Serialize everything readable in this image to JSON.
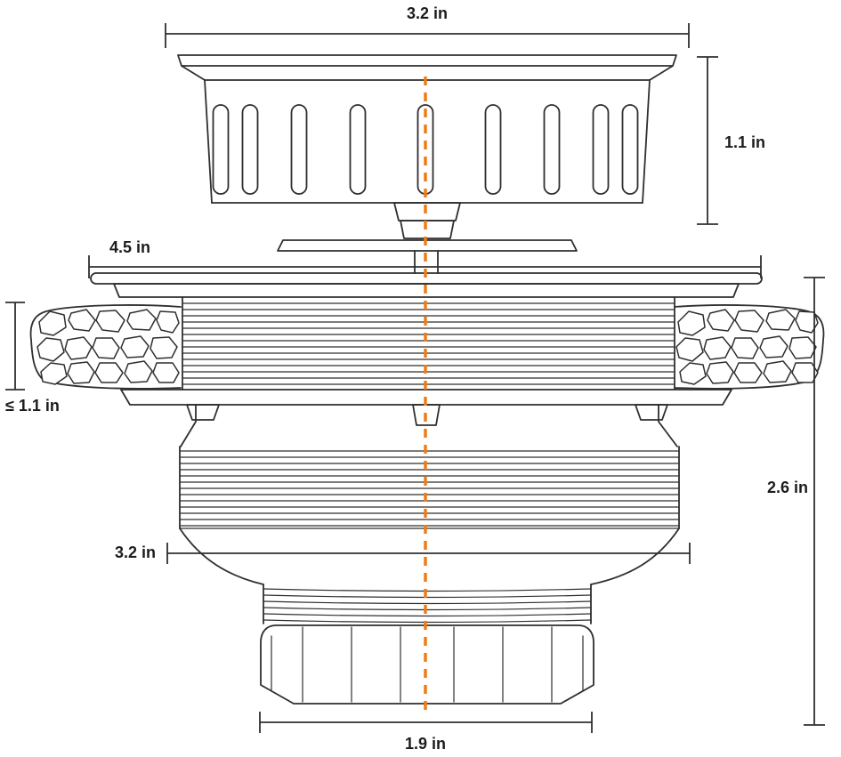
{
  "diagram": {
    "type": "technical-drawing",
    "subject": "Kitchen sink drain strainer assembly dimension diagram",
    "unit": "in",
    "dimensions": {
      "basket_top_width": "3.2 in",
      "basket_height": "1.1 in",
      "flange_width": "4.5 in",
      "max_deck_thickness": "≤ 1.1 in",
      "under_sink_height": "2.6 in",
      "body_width": "3.2 in",
      "locknut_width": "1.9 in"
    },
    "colors": {
      "line": "#2f2f2f",
      "centerline": "#ee7d17",
      "background": "#ffffff",
      "label": "#1c1c1c"
    }
  }
}
